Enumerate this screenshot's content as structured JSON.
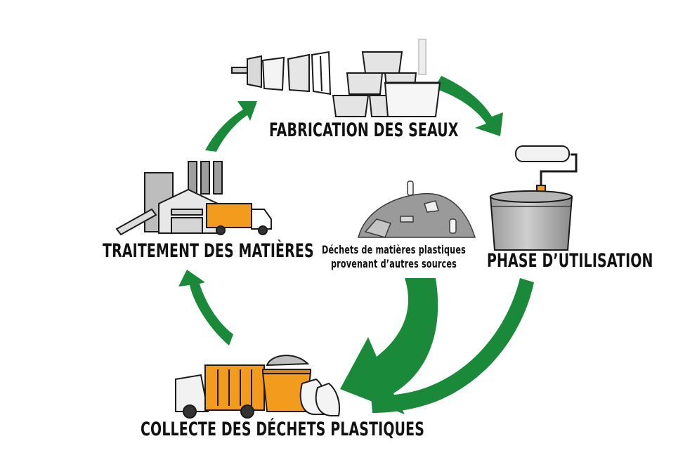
{
  "stages": {
    "fabrication": "FABRICATION DES SEAUX",
    "utilisation": "PHASE D’UTILISATION",
    "collecte": "COLLECTE DES DÉCHETS PLASTIQUES",
    "traitement": "TRAITEMENT DES MATIÈRES"
  },
  "other_sources": {
    "line1": "Déchets de matières plastiques",
    "line2": "provenant d’autres sources"
  },
  "colors": {
    "arrow_green": "#1a8a3a",
    "truck_orange": "#f39b1c",
    "outline": "#1a1a1a",
    "gray_light": "#d7d7d7",
    "gray_dark": "#8c8c8c"
  },
  "icons": [
    "injection-molding-icon",
    "bucket-stack-icon",
    "paint-bucket-roller-icon",
    "waste-heap-icon",
    "garbage-truck-icon",
    "waste-container-icon",
    "trash-bag-icon",
    "recycling-plant-icon"
  ]
}
